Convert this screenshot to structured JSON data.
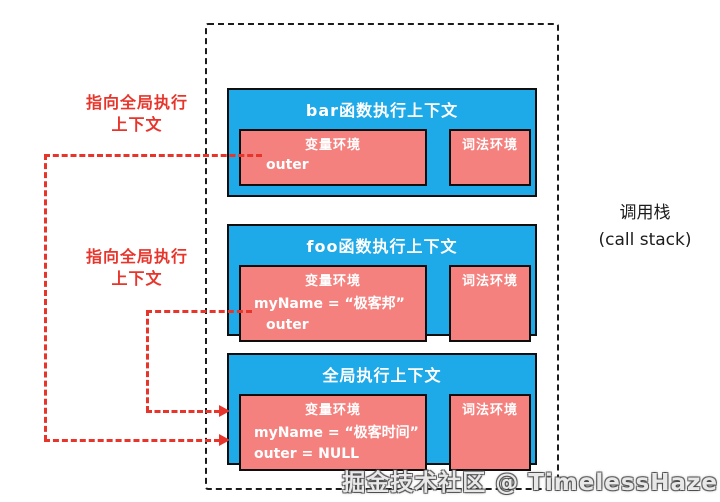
{
  "colors": {
    "context_blue": "#1ea9e8",
    "environment_pink": "#f5817e",
    "pointer_red": "#e8352b",
    "border_black": "#0e0e0e"
  },
  "left_labels": [
    {
      "line1": "指向全局执行",
      "line2": "上下文"
    },
    {
      "line1": "指向全局执行",
      "line2": "上下文"
    }
  ],
  "contexts": [
    {
      "title": "bar函数执行上下文",
      "variable_env": {
        "title": "变量环境",
        "entries": [
          "outer"
        ]
      },
      "lexical_env": {
        "title": "词法环境"
      }
    },
    {
      "title": "foo函数执行上下文",
      "variable_env": {
        "title": "变量环境",
        "entries": [
          "myName = “极客邦”",
          "outer"
        ]
      },
      "lexical_env": {
        "title": "词法环境"
      }
    },
    {
      "title": "全局执行上下文",
      "variable_env": {
        "title": "变量环境",
        "entries": [
          "myName = “极客时间”",
          "outer = NULL"
        ]
      },
      "lexical_env": {
        "title": "词法环境"
      }
    }
  ],
  "call_stack_label": {
    "line1": "调用栈",
    "line2": "(call stack)"
  },
  "watermark": "掘金技术社区 @ TimelessHaze"
}
